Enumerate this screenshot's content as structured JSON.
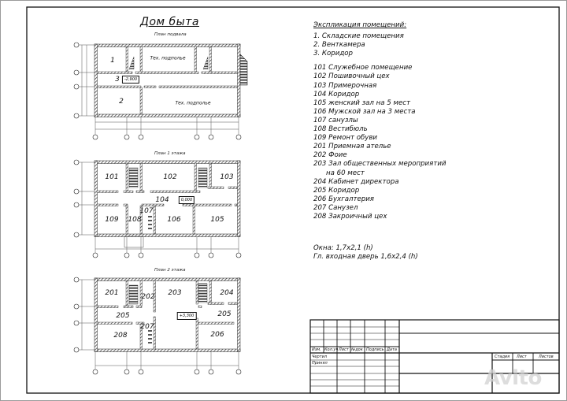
{
  "drawing": {
    "title": "Дом быта",
    "plans": [
      {
        "id": "basement",
        "subtitle": "План подвала",
        "level_mark": "-2,900",
        "rooms": [
          {
            "label": "1"
          },
          {
            "label": "Тех. подполье"
          },
          {
            "label": "3"
          },
          {
            "label": "2"
          },
          {
            "label": "Тех. подполье"
          }
        ]
      },
      {
        "id": "floor1",
        "subtitle": "План 1 этажа",
        "level_mark": "0,000",
        "rooms": [
          {
            "label": "101"
          },
          {
            "label": "102"
          },
          {
            "label": "103"
          },
          {
            "label": "104"
          },
          {
            "label": "109"
          },
          {
            "label": "108"
          },
          {
            "label": "107"
          },
          {
            "label": "106"
          },
          {
            "label": "105"
          }
        ]
      },
      {
        "id": "floor2",
        "subtitle": "План 2 этажа",
        "level_mark": "+3,300",
        "rooms": [
          {
            "label": "201"
          },
          {
            "label": "202"
          },
          {
            "label": "203"
          },
          {
            "label": "204"
          },
          {
            "label": "205"
          },
          {
            "label": "205"
          },
          {
            "label": "207"
          },
          {
            "label": "208"
          },
          {
            "label": "206"
          }
        ]
      }
    ]
  },
  "explication": {
    "heading": "Экспликация помещений:",
    "basement": [
      "1. Складские помещения",
      "2. Венткамера",
      "3. Коридор"
    ],
    "rooms": [
      "101 Служебное помещение",
      "102 Пошивочный цех",
      "103 Примерочная",
      "104 Коридор",
      "105 женский зал на 5 мест",
      "106 Мужской зал на 3 места",
      "107 санузлы",
      "108 Вестибюль",
      "109 Ремонт обуви",
      "201 Приемная ателье",
      "202 Фоие",
      "203 Зал общественных мероприятий",
      "на 60 мест",
      "204 Кабинет директора",
      "205 Коридор",
      "206 Бухгалтерия",
      "207 Санузел",
      "208 Закроичный цех"
    ]
  },
  "notes": {
    "windows": "Окна: 1,7x2,1 (h)",
    "main_door": "Гл. входная дверь 1,6x2,4 (h)"
  },
  "title_block": {
    "columns": [
      "Изм.",
      "Кол.уч",
      "Лист",
      "№док",
      "Подпись",
      "Дата"
    ],
    "rows": [
      "Чертил",
      "Принял"
    ],
    "stage_headers": [
      "Стадия",
      "Лист",
      "Листов"
    ]
  },
  "watermark": "Avito"
}
